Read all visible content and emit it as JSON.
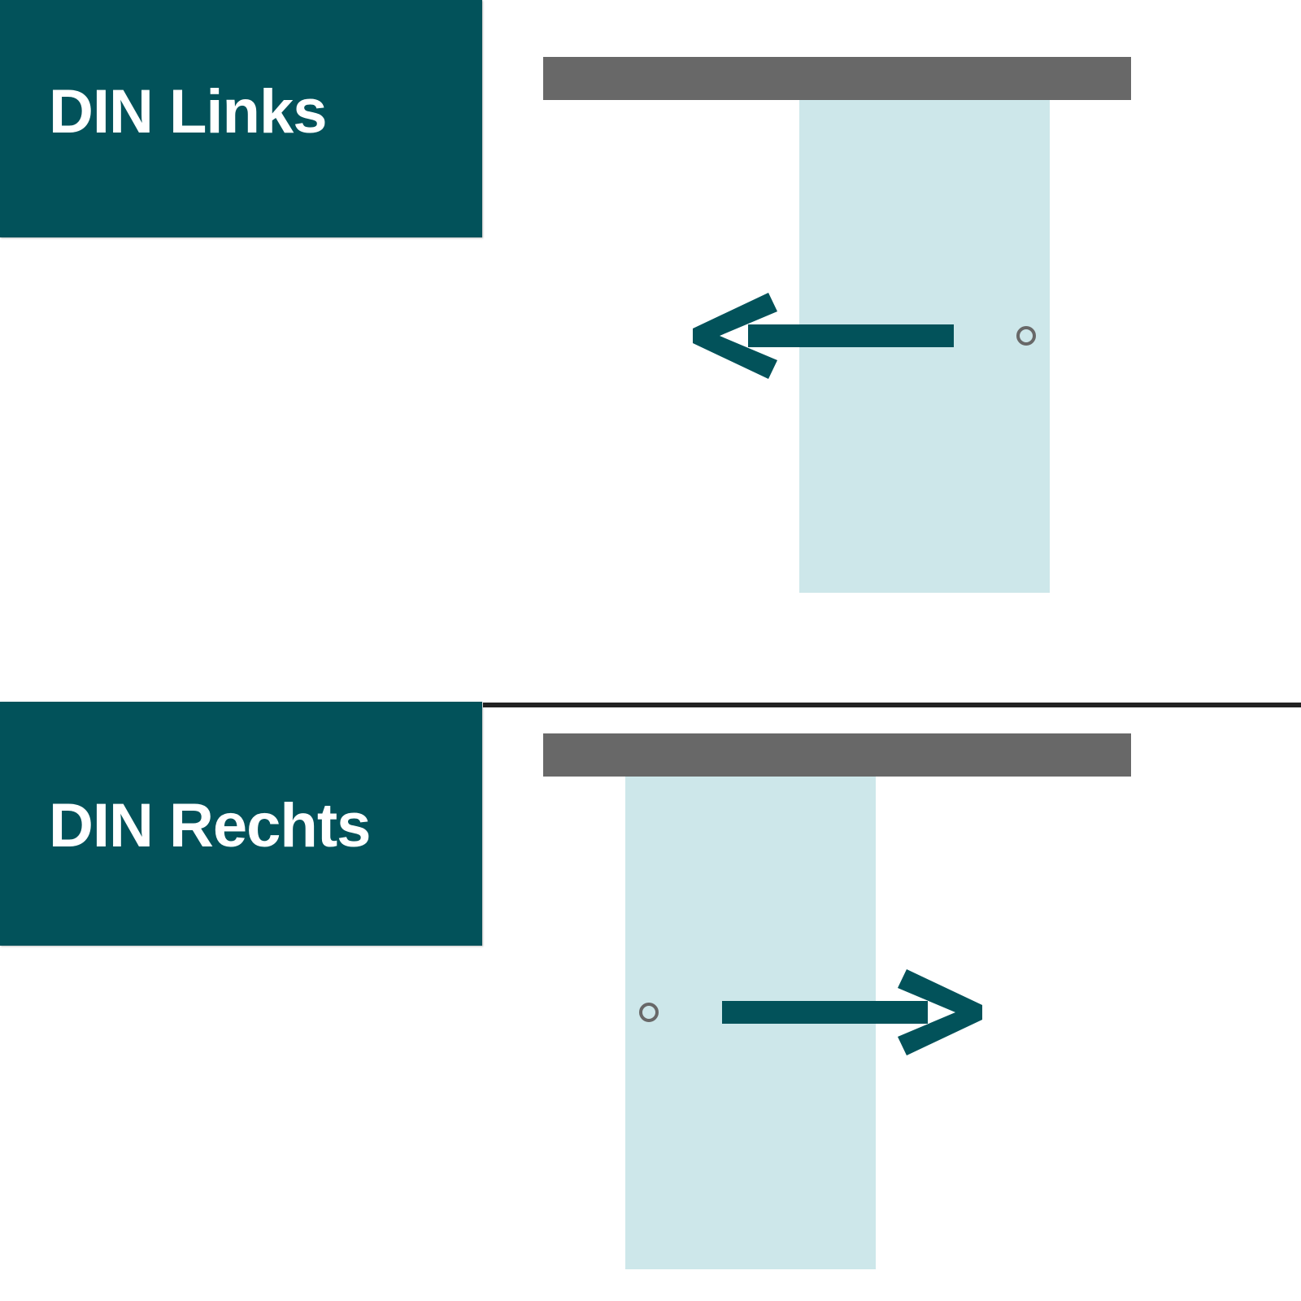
{
  "title": "Schiebetür Öffnungsrichtung",
  "colors": {
    "label_background": "#02525a",
    "label_text": "#ffffff",
    "rail": "#686868",
    "door_panel": "#cde7ea",
    "arrow": "#02525a",
    "handle": "#686868",
    "divider": "#222222"
  },
  "panels": [
    {
      "label": "DIN Links",
      "direction": "left",
      "handle_side": "right"
    },
    {
      "label": "DIN Rechts",
      "direction": "right",
      "handle_side": "left"
    }
  ]
}
